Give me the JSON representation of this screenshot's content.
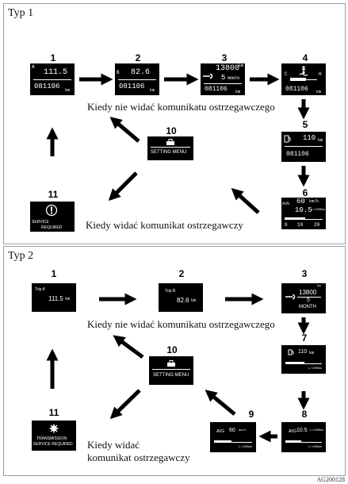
{
  "type1": {
    "title": "Typ 1",
    "nums": [
      "1",
      "2",
      "3",
      "4",
      "5",
      "6",
      "10",
      "11"
    ],
    "caption_no_warning": "Kiedy nie widać komunikatu ostrzegawczego",
    "caption_warning": "Kiedy widać komunikat ostrzegawczy",
    "screens": {
      "s1": {
        "trip": "111.5",
        "odo": "081106",
        "unit": "km",
        "mark": "A"
      },
      "s2": {
        "trip": "82.6",
        "odo": "081106",
        "unit": "km",
        "mark": "B"
      },
      "s3": {
        "km": "13800",
        "km_unit": "km",
        "months": "5",
        "months_label": "MONTH",
        "odo": "081106",
        "unit": "km"
      },
      "s4": {
        "c": "C",
        "h": "H",
        "odo": "081106",
        "unit": "km"
      },
      "s5": {
        "range": "110",
        "unit": "km",
        "odo": "081106"
      },
      "s6": {
        "avg_label": "AVG",
        "speed": "60",
        "speed_unit": "km/h",
        "cons": "10.5",
        "cons_unit": "L/100km",
        "scale": [
          "0",
          "10",
          "20"
        ]
      },
      "s10": {
        "label": "SETTING MENU"
      },
      "s11": {
        "line1": "SERVICE",
        "line2": "REQUIRED"
      }
    }
  },
  "type2": {
    "title": "Typ 2",
    "nums": [
      "1",
      "2",
      "3",
      "7",
      "8",
      "9",
      "10",
      "11"
    ],
    "caption_no_warning": "Kiedy nie widać komunikatu ostrzegawczego",
    "caption_warning_line1": "Kiedy widać",
    "caption_warning_line2": "komunikat ostrzegawczy",
    "screens": {
      "s1": {
        "mark": "Trip A",
        "value": "111.5",
        "unit": "km"
      },
      "s2": {
        "mark": "Trip B",
        "value": "82.6",
        "unit": "km"
      },
      "s3": {
        "km": "13800",
        "km_unit": "km",
        "months": "5",
        "months_label": "MONTH"
      },
      "s7": {
        "range": "110",
        "unit": "km",
        "cons_unit": "L/100km"
      },
      "s8": {
        "avg_label": "AVG",
        "value": "10.5",
        "unit": "L/100km",
        "cons_unit": "L/100km"
      },
      "s9": {
        "avg_label": "AVG",
        "value": "60",
        "unit": "km/h",
        "cons_unit": "L/100km"
      },
      "s10": {
        "label": "SETTING MENU"
      },
      "s11": {
        "line1": "TRANSMISSION",
        "line2": "SERVICE REQUIRED"
      }
    }
  },
  "figure_code": "AG200128"
}
